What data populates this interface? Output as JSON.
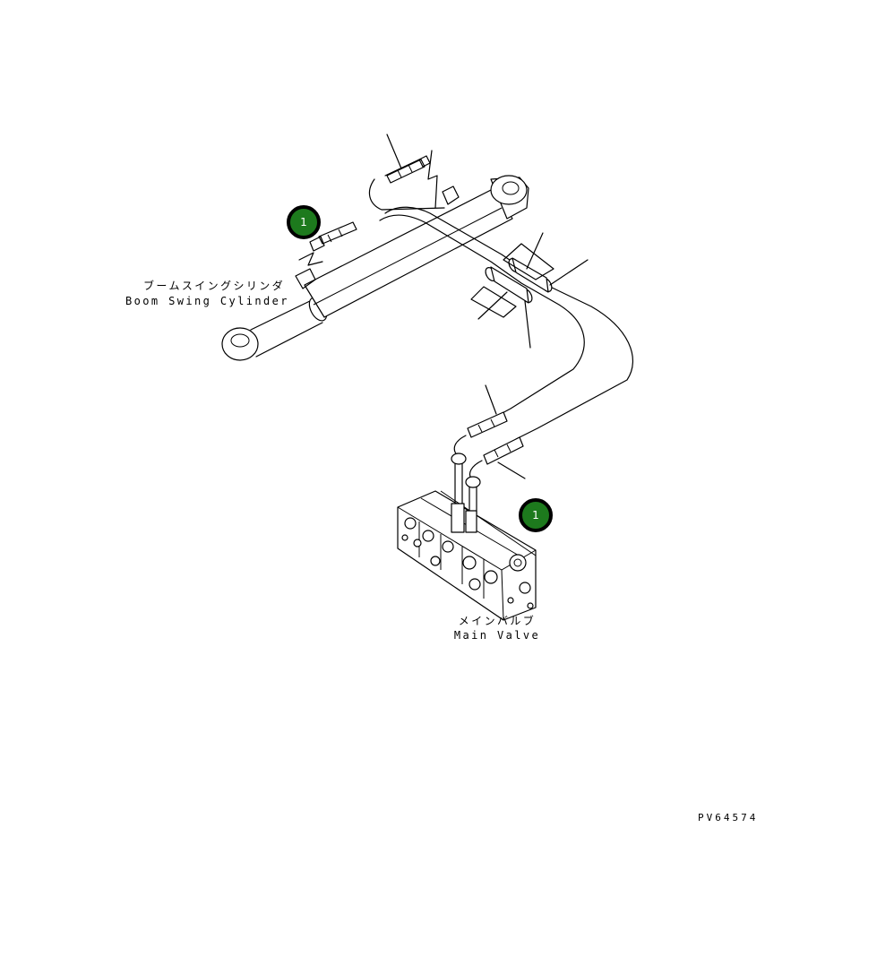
{
  "labels": {
    "boom_swing_cylinder_jp": "ブームスイングシリンダ",
    "boom_swing_cylinder_en": "Boom Swing Cylinder",
    "main_valve_jp": "メインバルブ",
    "main_valve_en": "Main Valve"
  },
  "callouts": [
    {
      "number": "1",
      "color": "#1d7a1d"
    },
    {
      "number": "1",
      "color": "#1d7a1d"
    }
  ],
  "drawing_code": "PV64574"
}
